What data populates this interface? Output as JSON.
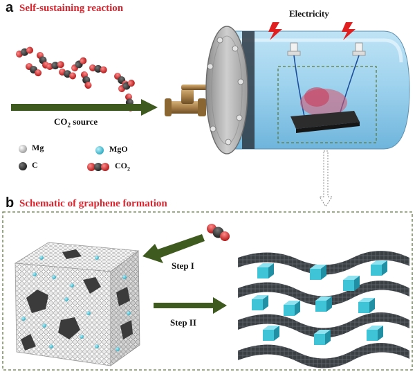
{
  "panel_a": {
    "letter": "a",
    "title": "Self-sustaining reaction",
    "co2_source_label": "CO",
    "co2_source_sub": "2",
    "co2_source_suffix": " source",
    "electricity_label": "Electricity"
  },
  "legend": {
    "mg": "Mg",
    "c": "C",
    "mgo": "MgO",
    "co2": "CO",
    "co2_sub": "2"
  },
  "panel_b": {
    "letter": "b",
    "title": "Schematic of graphene formation",
    "step1": "Step I",
    "step2": "Step II"
  },
  "colors": {
    "title_red": "#d9232d",
    "arrow_green": "#3f5a1e",
    "mgo_cyan": "#3fc3d6",
    "carbon_dark": "#333333",
    "oxygen_red": "#d62a2a"
  }
}
